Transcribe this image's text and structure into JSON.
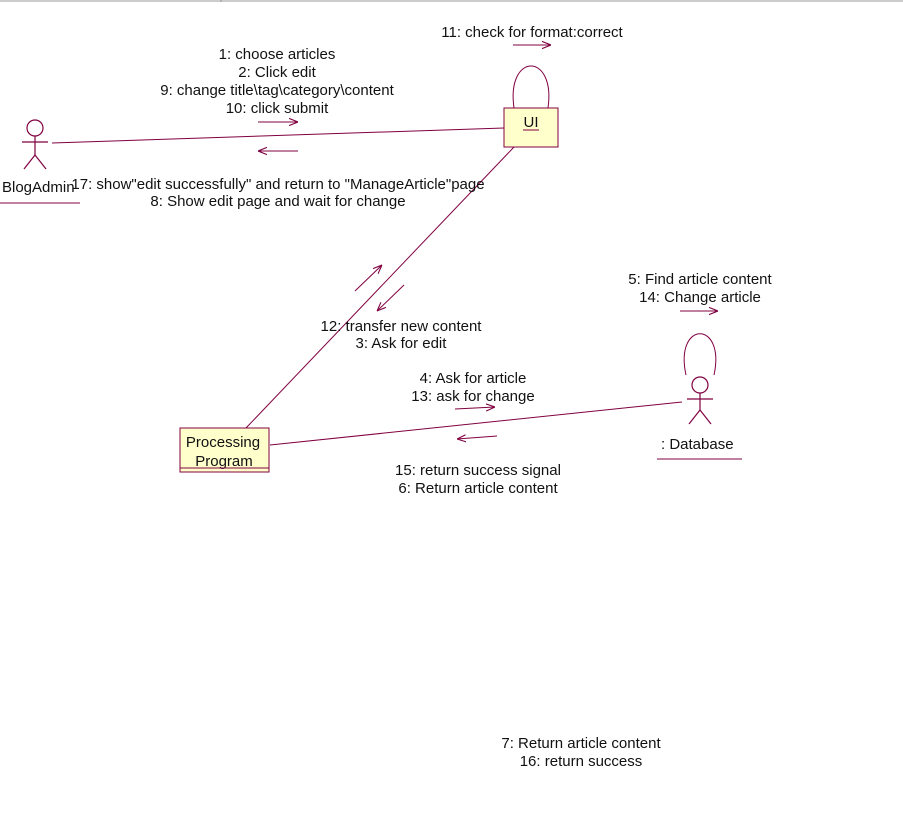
{
  "actors": {
    "blog_admin": "BlogAdmin",
    "database": ": Database"
  },
  "objects": {
    "ui": "UI",
    "processing_line1": "Processing",
    "processing_line2": "Program"
  },
  "messages": {
    "admin_to_ui": [
      "1: choose articles",
      "2: Click edit",
      "9: change title\\tag\\category\\content",
      "10: click submit"
    ],
    "ui_to_admin": [
      "17: show\"edit successfully\" and return to \"ManageArticle\"page",
      "8: Show edit page and wait for change"
    ],
    "ui_self": [
      "11: check for format:correct"
    ],
    "ui_processing": [
      "12: transfer new content",
      "3: Ask for edit"
    ],
    "db_self": [
      "5: Find article content",
      "14: Change article"
    ],
    "processing_to_db": [
      "4: Ask for article",
      "13: ask for change"
    ],
    "db_to_processing": [
      "15: return success signal",
      "6: Return article content"
    ],
    "bottom": [
      "7: Return article content",
      "16: return success"
    ]
  },
  "colors": {
    "line": "#800040",
    "object_fill": "#ffffcc"
  }
}
